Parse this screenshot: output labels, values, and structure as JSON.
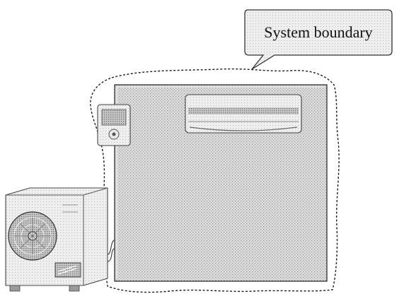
{
  "diagram": {
    "callout_label": "System boundary",
    "elements": [
      {
        "name": "system-boundary",
        "kind": "dashed-irregular-outline"
      },
      {
        "name": "room-wall-panel",
        "kind": "halftone-grey-square"
      },
      {
        "name": "indoor-ac-unit",
        "kind": "wall-mounted-split-unit"
      },
      {
        "name": "thermostat-controller",
        "kind": "wall-controller"
      },
      {
        "name": "outdoor-condenser-unit",
        "kind": "fan-condenser"
      }
    ]
  },
  "colors": {
    "halftone_light": "#d9d9d9",
    "halftone_dark": "#a6a6a6",
    "outline": "#222222",
    "background": "#ffffff"
  }
}
